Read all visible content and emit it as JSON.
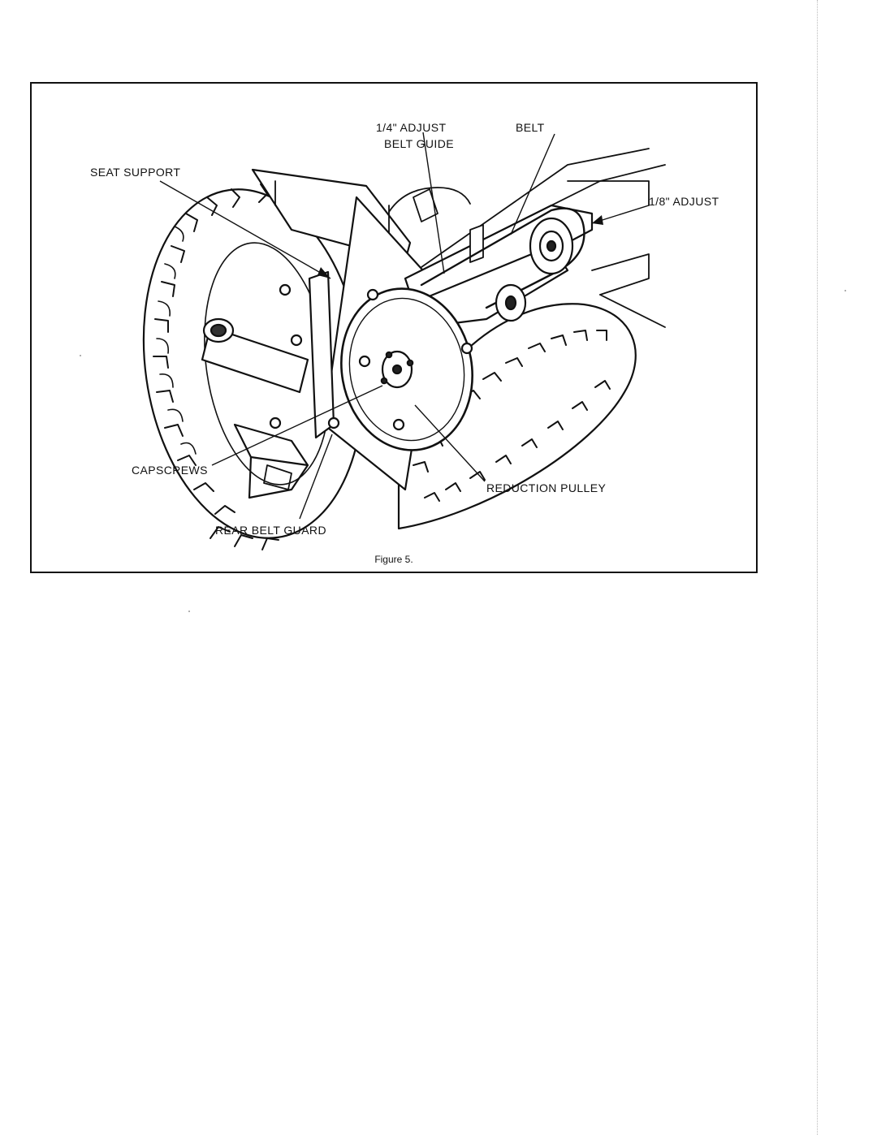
{
  "figure": {
    "caption": "Figure 5.",
    "labels": {
      "quarter_adjust": "1/4\" ADJUST",
      "belt": "BELT",
      "belt_guide": "BELT GUIDE",
      "seat_support": "SEAT SUPPORT",
      "eighth_adjust": "1/8\" ADJUST",
      "capscrews": "CAPSCREWS",
      "reduction_pulley": "REDUCTION PULLEY",
      "rear_belt_guard": "REAR BELT GUARD"
    }
  }
}
